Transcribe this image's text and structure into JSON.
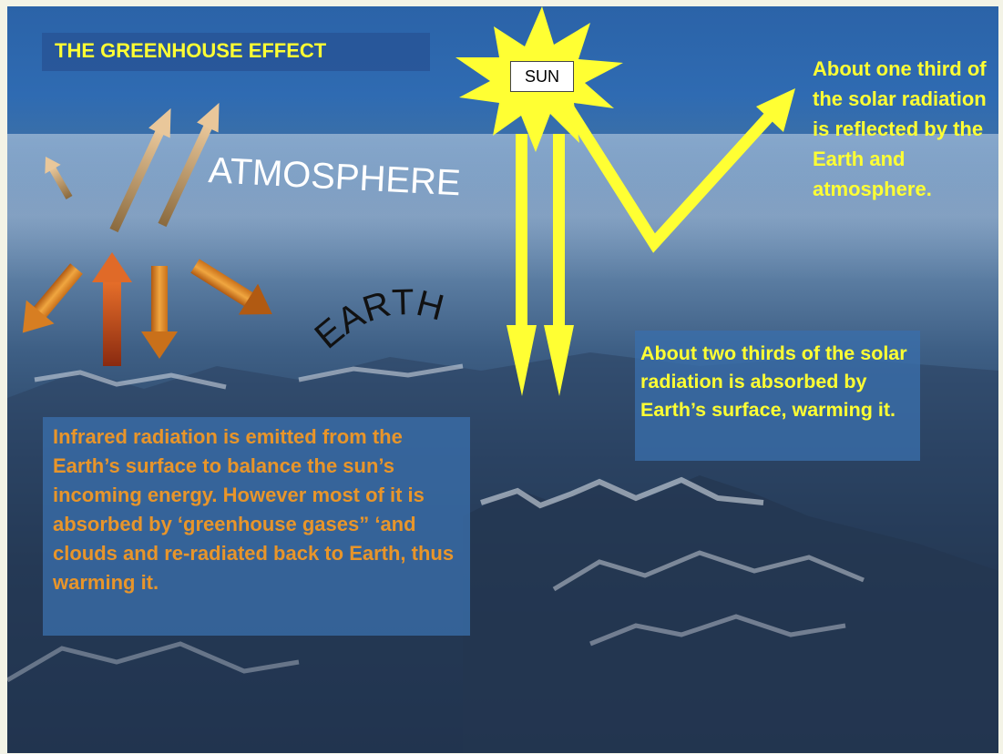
{
  "title": "THE GREENHOUSE EFFECT",
  "sun_label": "SUN",
  "atmosphere_label": "ATMOSPHERE",
  "earth_label": "EARTH",
  "reflected_text": "About one third of the solar radiation is reflected by the Earth and atmosphere.",
  "absorbed_text": "About two thirds of the solar radiation is absorbed by Earth’s surface, warming it.",
  "infrared_text": "Infrared radiation is emitted from the Earth’s surface to balance the sun’s incoming energy. However most of it is absorbed by ‘greenhouse gases” ‘and clouds and re-radiated back to Earth, thus warming it.",
  "colors": {
    "title_text": "#ffff33",
    "sun_rays": "#ffff33",
    "infrared_text": "#e8952a",
    "text_box": "#3a6eaa"
  }
}
